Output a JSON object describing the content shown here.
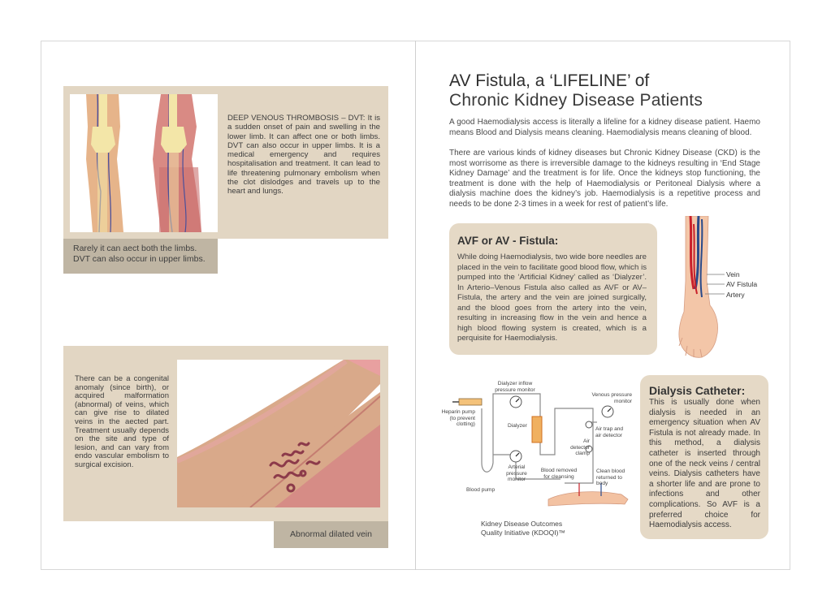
{
  "left_page": {
    "dvt": {
      "text": "DEEP VENOUS THROMBOSIS – DVT: It is a sudden onset of pain and swelling in the lower limb. It can affect one or both limbs. DVT can also occur in upper limbs. It is a medical emergency and requires hospitalisation and treatment. It can lead to life threatening pulmonary embolism when the clot dislodges and travels up to the heart and lungs.",
      "caption_line1": "Rarely it can aect both the limbs.",
      "caption_line2": "DVT can also occur in upper limbs."
    },
    "anomaly": {
      "text": "There can be a congenital anomaly (since birth), or acquired malformation (abnormal) of veins, which can give rise to dilated veins in the aected part. Treatment usually depends on the site and type of lesion, and can vary from endo vascular embolism to surgical excision.",
      "caption": "Abnormal dilated vein"
    }
  },
  "right_page": {
    "title_line1": "AV Fistula, a ‘LIFELINE’ of",
    "title_line2": "Chronic Kidney Disease Patients",
    "para1": "A good Haemodialysis access is literally a lifeline for a kidney disease patient. Haemo means Blood and Dialysis means cleaning. Haemodialysis means cleaning of blood.",
    "para2": "There are various kinds of kidney diseases but Chronic Kidney Disease (CKD) is the most worrisome as there is irreversible damage to the kidneys resulting in ‘End Stage Kidney Damage’ and the treatment is for life.  Once the kidneys stop functioning, the treatment is done with the help of Haemodialysis or Peritoneal Dialysis where a dialysis machine does the kidney’s job. Haemodialysis is a repetitive process and needs to be done 2-3 times in a week for rest of patient’s life.",
    "avf": {
      "heading": "AVF or AV - Fistula:",
      "text": "While doing Haemodialysis, two wide bore needles are placed in the vein to facilitate good blood flow, which is pumped into the ‘Artificial Kidney’ called as ‘Dialyzer’. In Arterio–Venous Fistula also called as AVF or AV–Fistula, the artery and the vein are joined surgically, and the blood goes from the artery into the vein, resulting in increasing flow in the vein and hence a high blood flowing system is created, which is a perquisite for Haemodialysis."
    },
    "arm_labels": {
      "vein": "Vein",
      "avf": "AV Fistula",
      "artery": "Artery"
    },
    "diagram": {
      "dialyzer_inflow_1": "Dialyzer inflow",
      "dialyzer_inflow_2": "pressure monitor",
      "venous_1": "Venous pressure",
      "venous_2": "monitor",
      "heparin_1": "Heparin pump",
      "heparin_2": "(to prevent",
      "heparin_3": "clotting)",
      "dialyzer": "Dialyzer",
      "airtrap_1": "Air trap and",
      "airtrap_2": "air detector",
      "airdet_1": "Air",
      "airdet_2": "detector",
      "airdet_3": "clamp",
      "arterial_1": "Arterial",
      "arterial_2": "pressure",
      "arterial_3": "monitor",
      "removed_1": "Blood removed",
      "removed_2": "for cleansing",
      "clean_1": "Clean blood",
      "clean_2": "returned to",
      "clean_3": "body",
      "pump": "Blood pump",
      "source_1": "Kidney Disease Outcomes",
      "source_2": "Quality Initiative (KDOQI)™"
    },
    "catheter": {
      "heading": "Dialysis Catheter:",
      "text": "This is usually done when dialysis is needed in an emergency situation when AV Fistula is not already made. In this method, a dialysis catheter is inserted through one of the neck veins / central veins. Dialysis catheters have a shorter life and are prone to infections and other complications. So AVF is a preferred choice for Haemodialysis access."
    }
  }
}
